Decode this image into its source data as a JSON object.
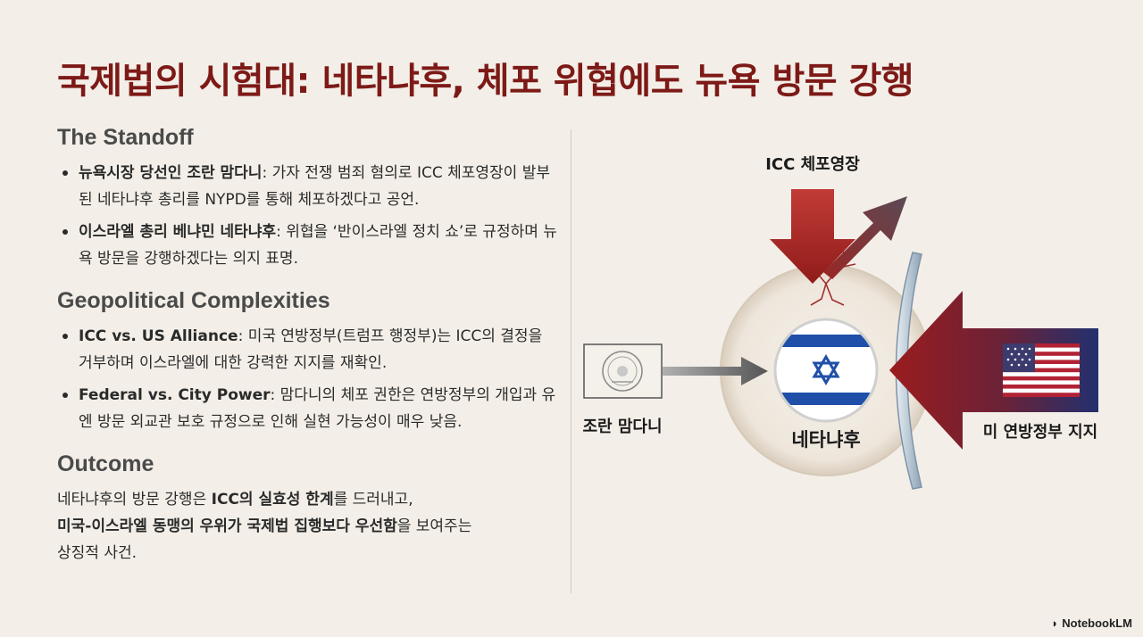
{
  "title": "국제법의 시험대: 네타냐후, 체포 위협에도 뉴욕 방문 강행",
  "sections": {
    "standoff": {
      "heading": "The Standoff",
      "bullets": [
        {
          "bold": "뉴욕시장 당선인 조란 맘다니",
          "text": ": 가자 전쟁 범죄 혐의로 ICC 체포영장이 발부된 네타냐후 총리를 NYPD를 통해 체포하겠다고 공언."
        },
        {
          "bold": "이스라엘 총리 베냐민 네타냐후",
          "text": ": 위협을 ‘반이스라엘 정치 쇼’로 규정하며 뉴욕 방문을 강행하겠다는 의지 표명."
        }
      ]
    },
    "complexities": {
      "heading": "Geopolitical Complexities",
      "bullets": [
        {
          "bold": "ICC vs. US Alliance",
          "text": ": 미국 연방정부(트럼프 행정부)는 ICC의 결정을 거부하며 이스라엘에 대한 강력한 지지를 재확인."
        },
        {
          "bold": "Federal vs. City Power",
          "text": ": 맘다니의 체포 권한은 연방정부의 개입과 유엔 방문 외교관 보호 규정으로 인해 실현 가능성이 매우 낮음."
        }
      ]
    },
    "outcome": {
      "heading": "Outcome",
      "line1_pre": "네타냐후의 방문 강행은 ",
      "line1_bold": "ICC의 실효성 한계",
      "line1_post": "를 드러내고,",
      "line2_bold": "미국-이스라엘 동맹의 우위가 국제법 집행보다 우선함",
      "line2_post": "을 보여주는",
      "line3": "상징적 사건."
    }
  },
  "diagram": {
    "icc_label": "ICC 체포영장",
    "mamdani_label": "조란 맘다니",
    "netanyahu_label": "네타냐후",
    "us_label": "미 연방정부 지지",
    "colors": {
      "arrow_red": "#8f1c1a",
      "shield": "#b9c9d6",
      "flag_blue": "#1f4fa8",
      "accent": "#7d1a17"
    },
    "icons": [
      "nyc-seal-icon",
      "israel-flag-icon",
      "us-flag-icon"
    ]
  },
  "watermark": "NotebookLM"
}
